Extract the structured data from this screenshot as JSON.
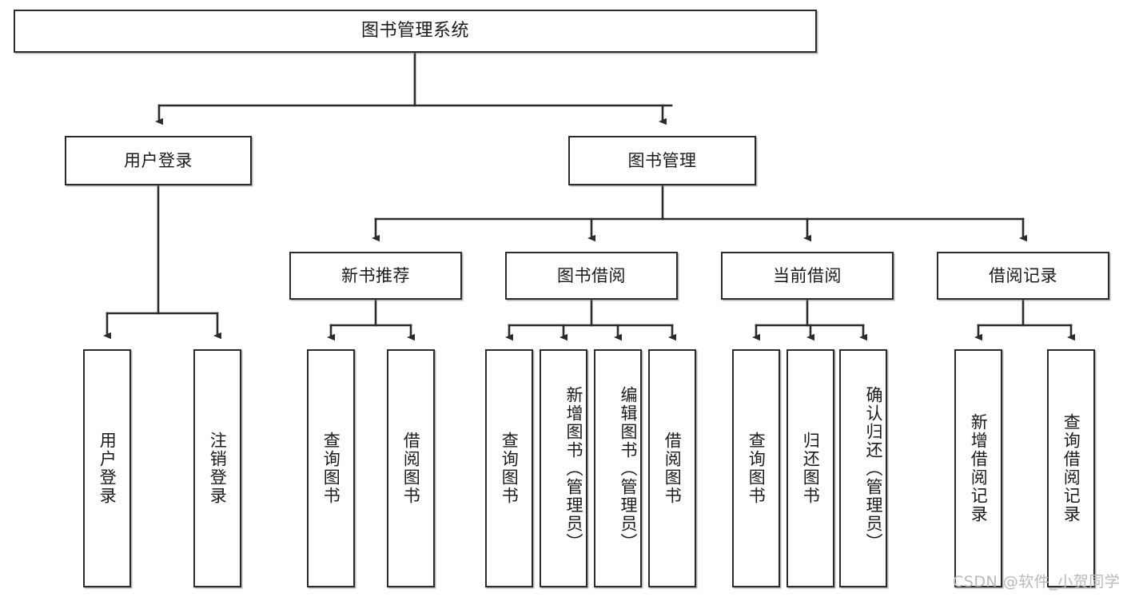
{
  "diagram": {
    "title": "图书管理系统",
    "type": "tree-hierarchy",
    "theme": {
      "box_border": "#2b2b2b",
      "box_fill": "#ffffff",
      "line": "#2b2b2b",
      "text": "#1a1a1a",
      "watermark": "#b9b9b9",
      "background": "#ffffff"
    },
    "root": {
      "label": "图书管理系统"
    },
    "level2": [
      {
        "label": "用户登录"
      },
      {
        "label": "图书管理"
      }
    ],
    "level3": [
      {
        "label": "新书推荐"
      },
      {
        "label": "图书借阅"
      },
      {
        "label": "当前借阅"
      },
      {
        "label": "借阅记录"
      }
    ],
    "leaves": {
      "user_login": [
        {
          "label": "用户登录"
        },
        {
          "label": "注销登录"
        }
      ],
      "new_book_recommend": [
        {
          "label": "查询图书"
        },
        {
          "label": "借阅图书"
        }
      ],
      "book_borrow": [
        {
          "label": "查询图书"
        },
        {
          "label": "新增图书（管理员）"
        },
        {
          "label": "编辑图书（管理员）"
        },
        {
          "label": "借阅图书"
        }
      ],
      "current_borrow": [
        {
          "label": "查询图书"
        },
        {
          "label": "归还图书"
        },
        {
          "label": "确认归还（管理员）"
        }
      ],
      "borrow_record": [
        {
          "label": "新增借阅记录"
        },
        {
          "label": "查询借阅记录"
        }
      ]
    },
    "watermark": "CSDN @软件_小贺同学"
  }
}
